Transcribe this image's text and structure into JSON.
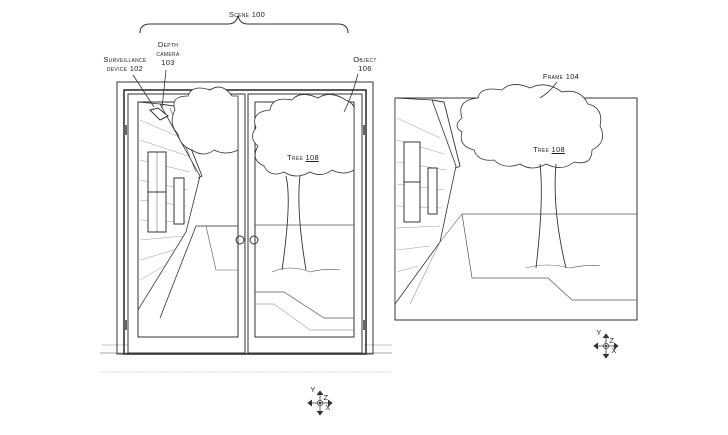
{
  "labels": {
    "scene": {
      "text": "Scene",
      "ref": "100"
    },
    "surveillance": {
      "line1": "Surveillance",
      "line2": "device 102"
    },
    "depth": {
      "line1": "Depth",
      "line2": "camera",
      "line3": "103"
    },
    "object": {
      "line1": "Object",
      "line2": "106"
    },
    "tree_left": {
      "text": "Tree",
      "ref": "108"
    },
    "frame": {
      "text": "Frame 104"
    },
    "tree_right": {
      "text": "Tree",
      "ref": "108"
    }
  },
  "axes": {
    "y": "Y",
    "z": "Z",
    "x": "X"
  }
}
